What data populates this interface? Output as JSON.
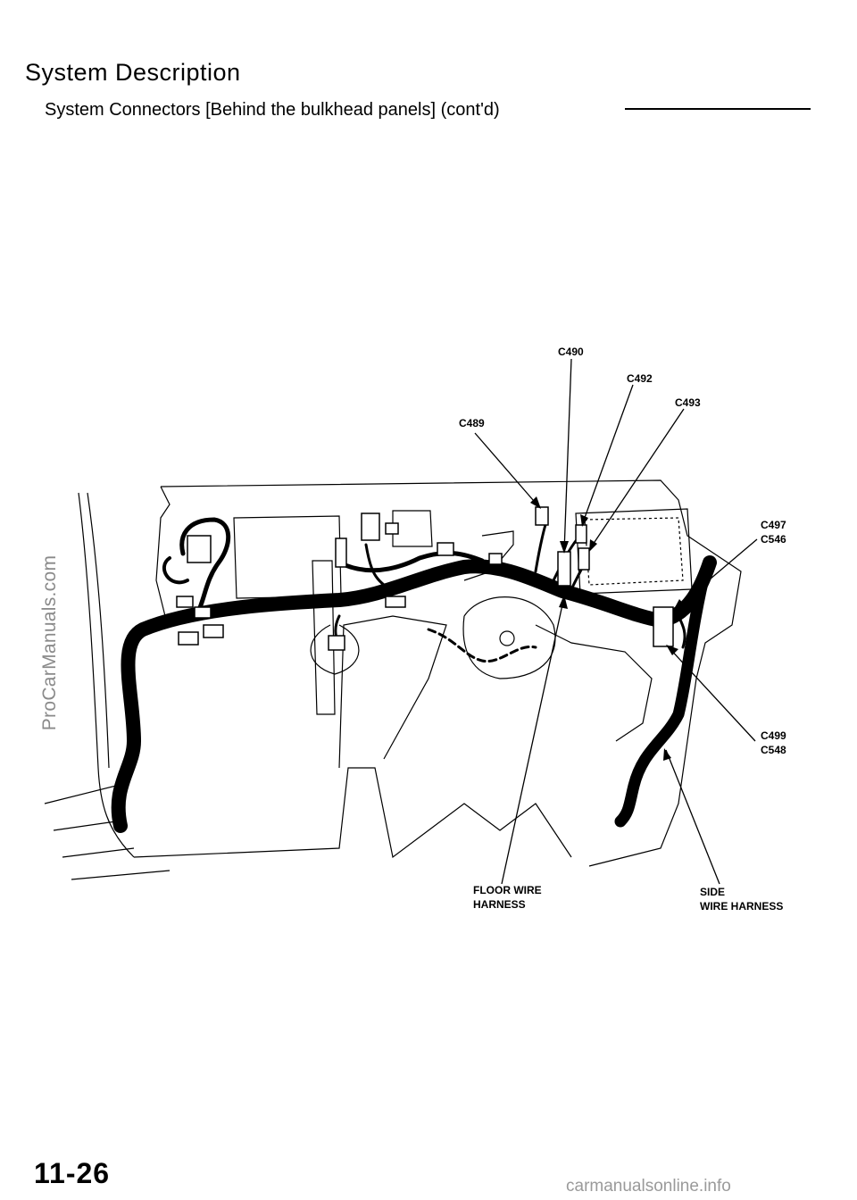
{
  "header": {
    "title": "System Description",
    "subtitle": "System Connectors [Behind the bulkhead panels] (cont'd)"
  },
  "diagram": {
    "callouts": {
      "c490": "C490",
      "c492": "C492",
      "c493": "C493",
      "c489": "C489",
      "c497": "C497",
      "c546": "C546",
      "c499": "C499",
      "c548": "C548",
      "floor_line1": "FLOOR WIRE",
      "floor_line2": "HARNESS",
      "side_line1": "SIDE",
      "side_line2": "WIRE HARNESS"
    }
  },
  "footer": {
    "page_number": "11-26"
  },
  "watermarks": {
    "side": "ProCarManuals.com",
    "bottom": "carmanualsonline.info"
  }
}
